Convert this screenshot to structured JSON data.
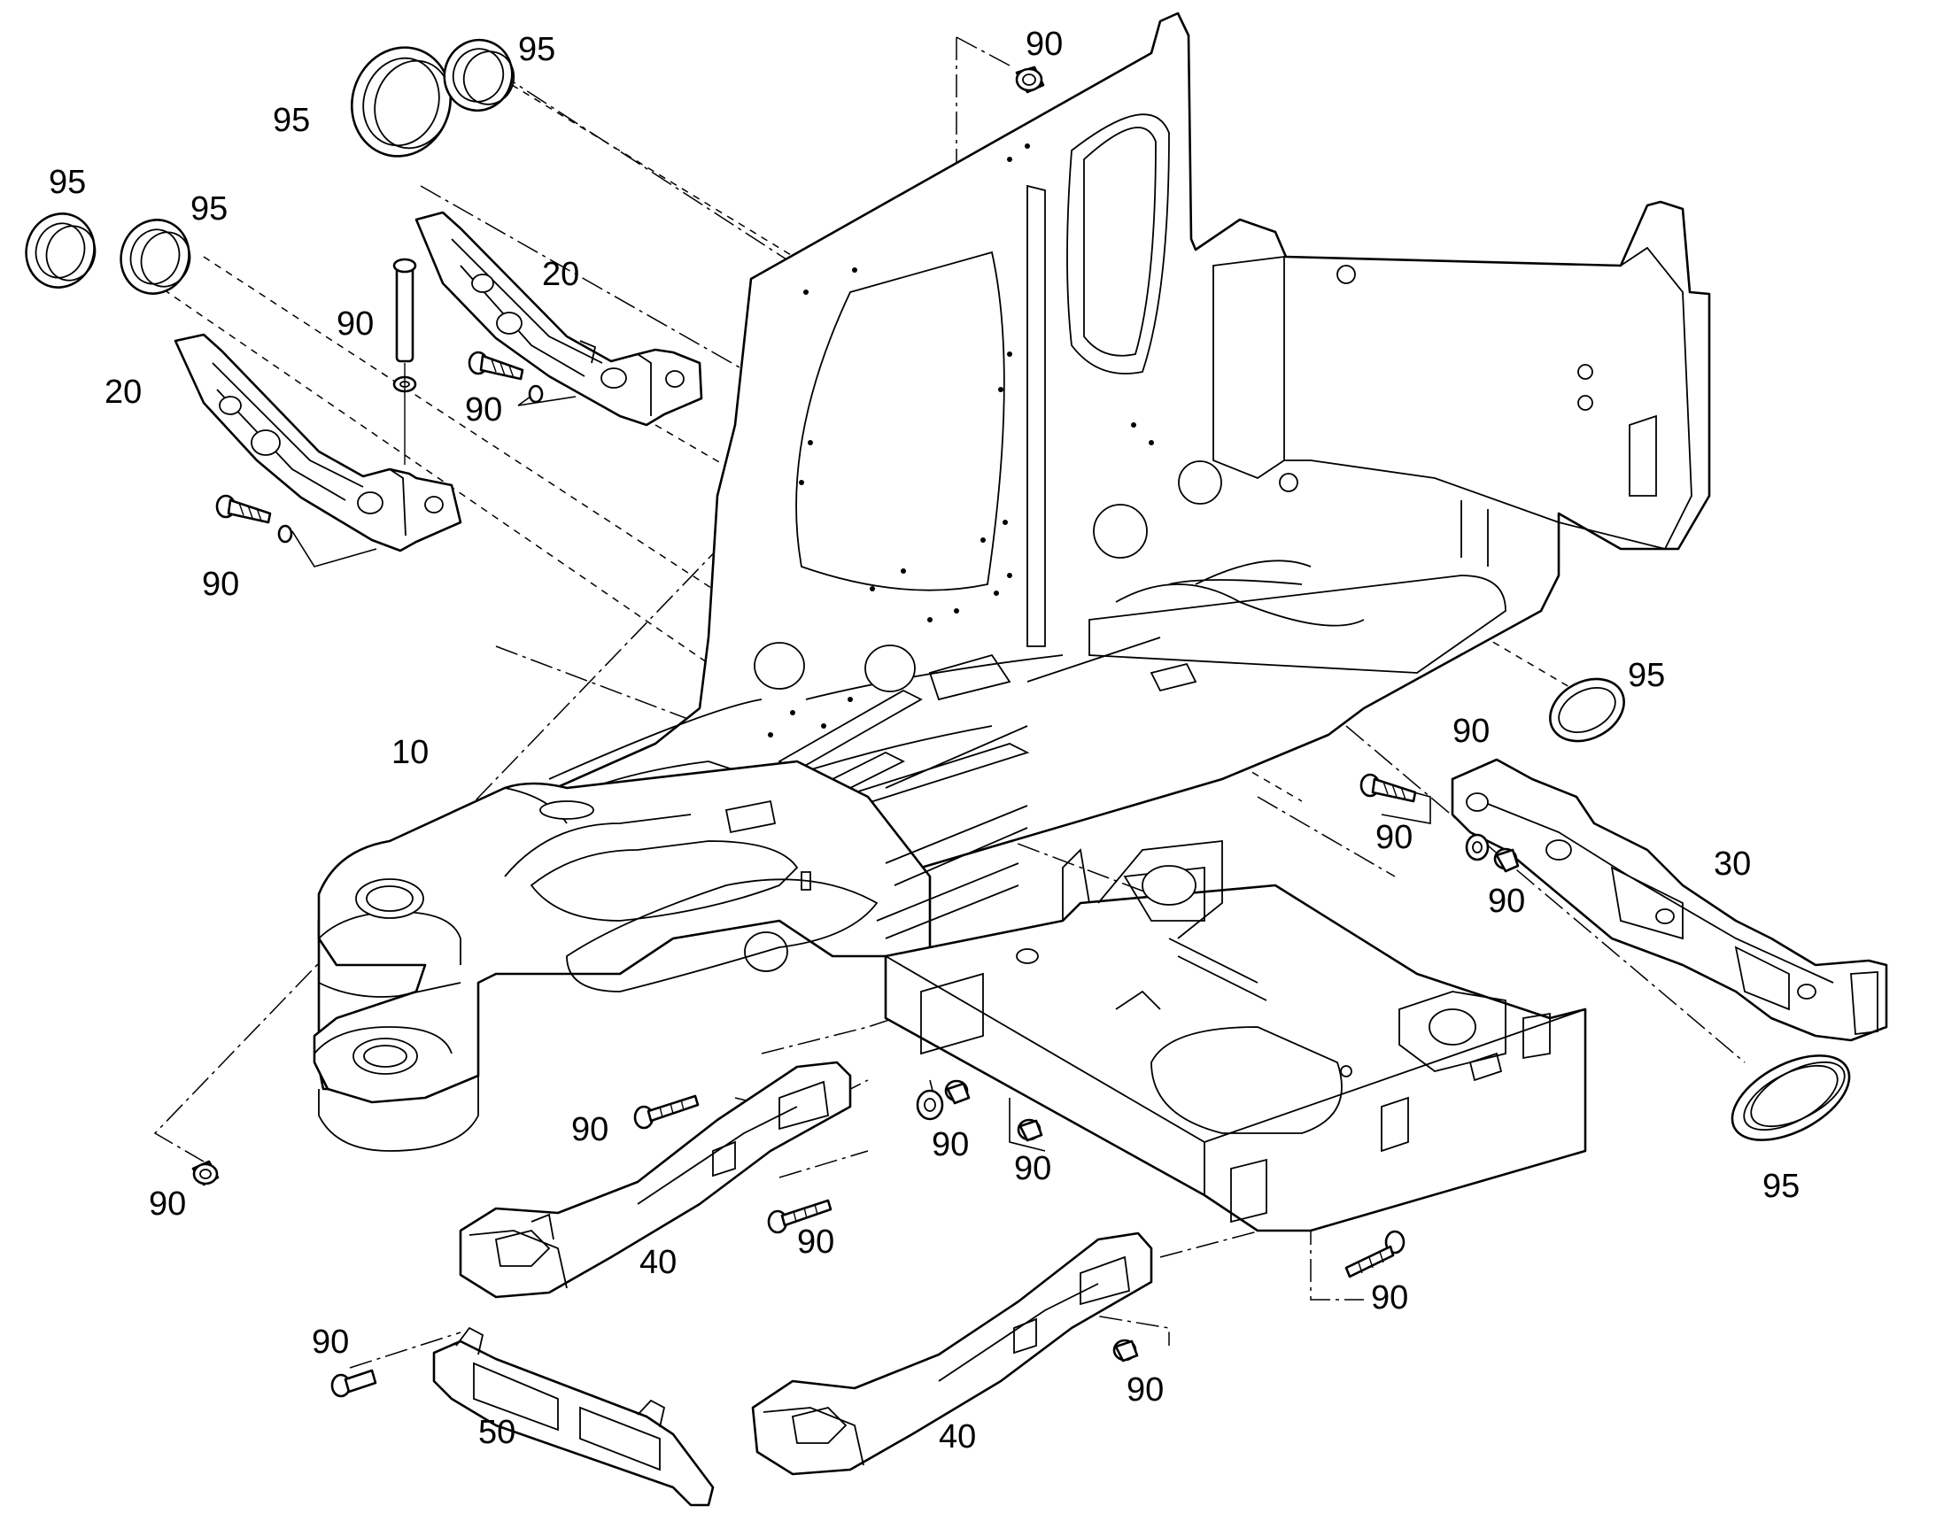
{
  "labels": {
    "l10": "10",
    "l20a": "20",
    "l20b": "20",
    "l30": "30",
    "l40a": "40",
    "l40b": "40",
    "l50": "50",
    "l90_top": "90",
    "l90_pin": "90",
    "l90_bolt20": "90",
    "l90_left20": "90",
    "l90_right": "90",
    "l90_right_bolt": "90",
    "l90_right_nut": "90",
    "l90_bushL": "90",
    "l90_bolt40": "90",
    "l90_bolt40b": "90",
    "l90_nutA": "90",
    "l90_nutB": "90",
    "l90_boltRB": "90",
    "l90_pin50": "90",
    "l90_nut40b": "90",
    "l95_a": "95",
    "l95_b": "95",
    "l95_c": "95",
    "l95_d": "95",
    "l95_e": "95",
    "l95_f": "95"
  }
}
